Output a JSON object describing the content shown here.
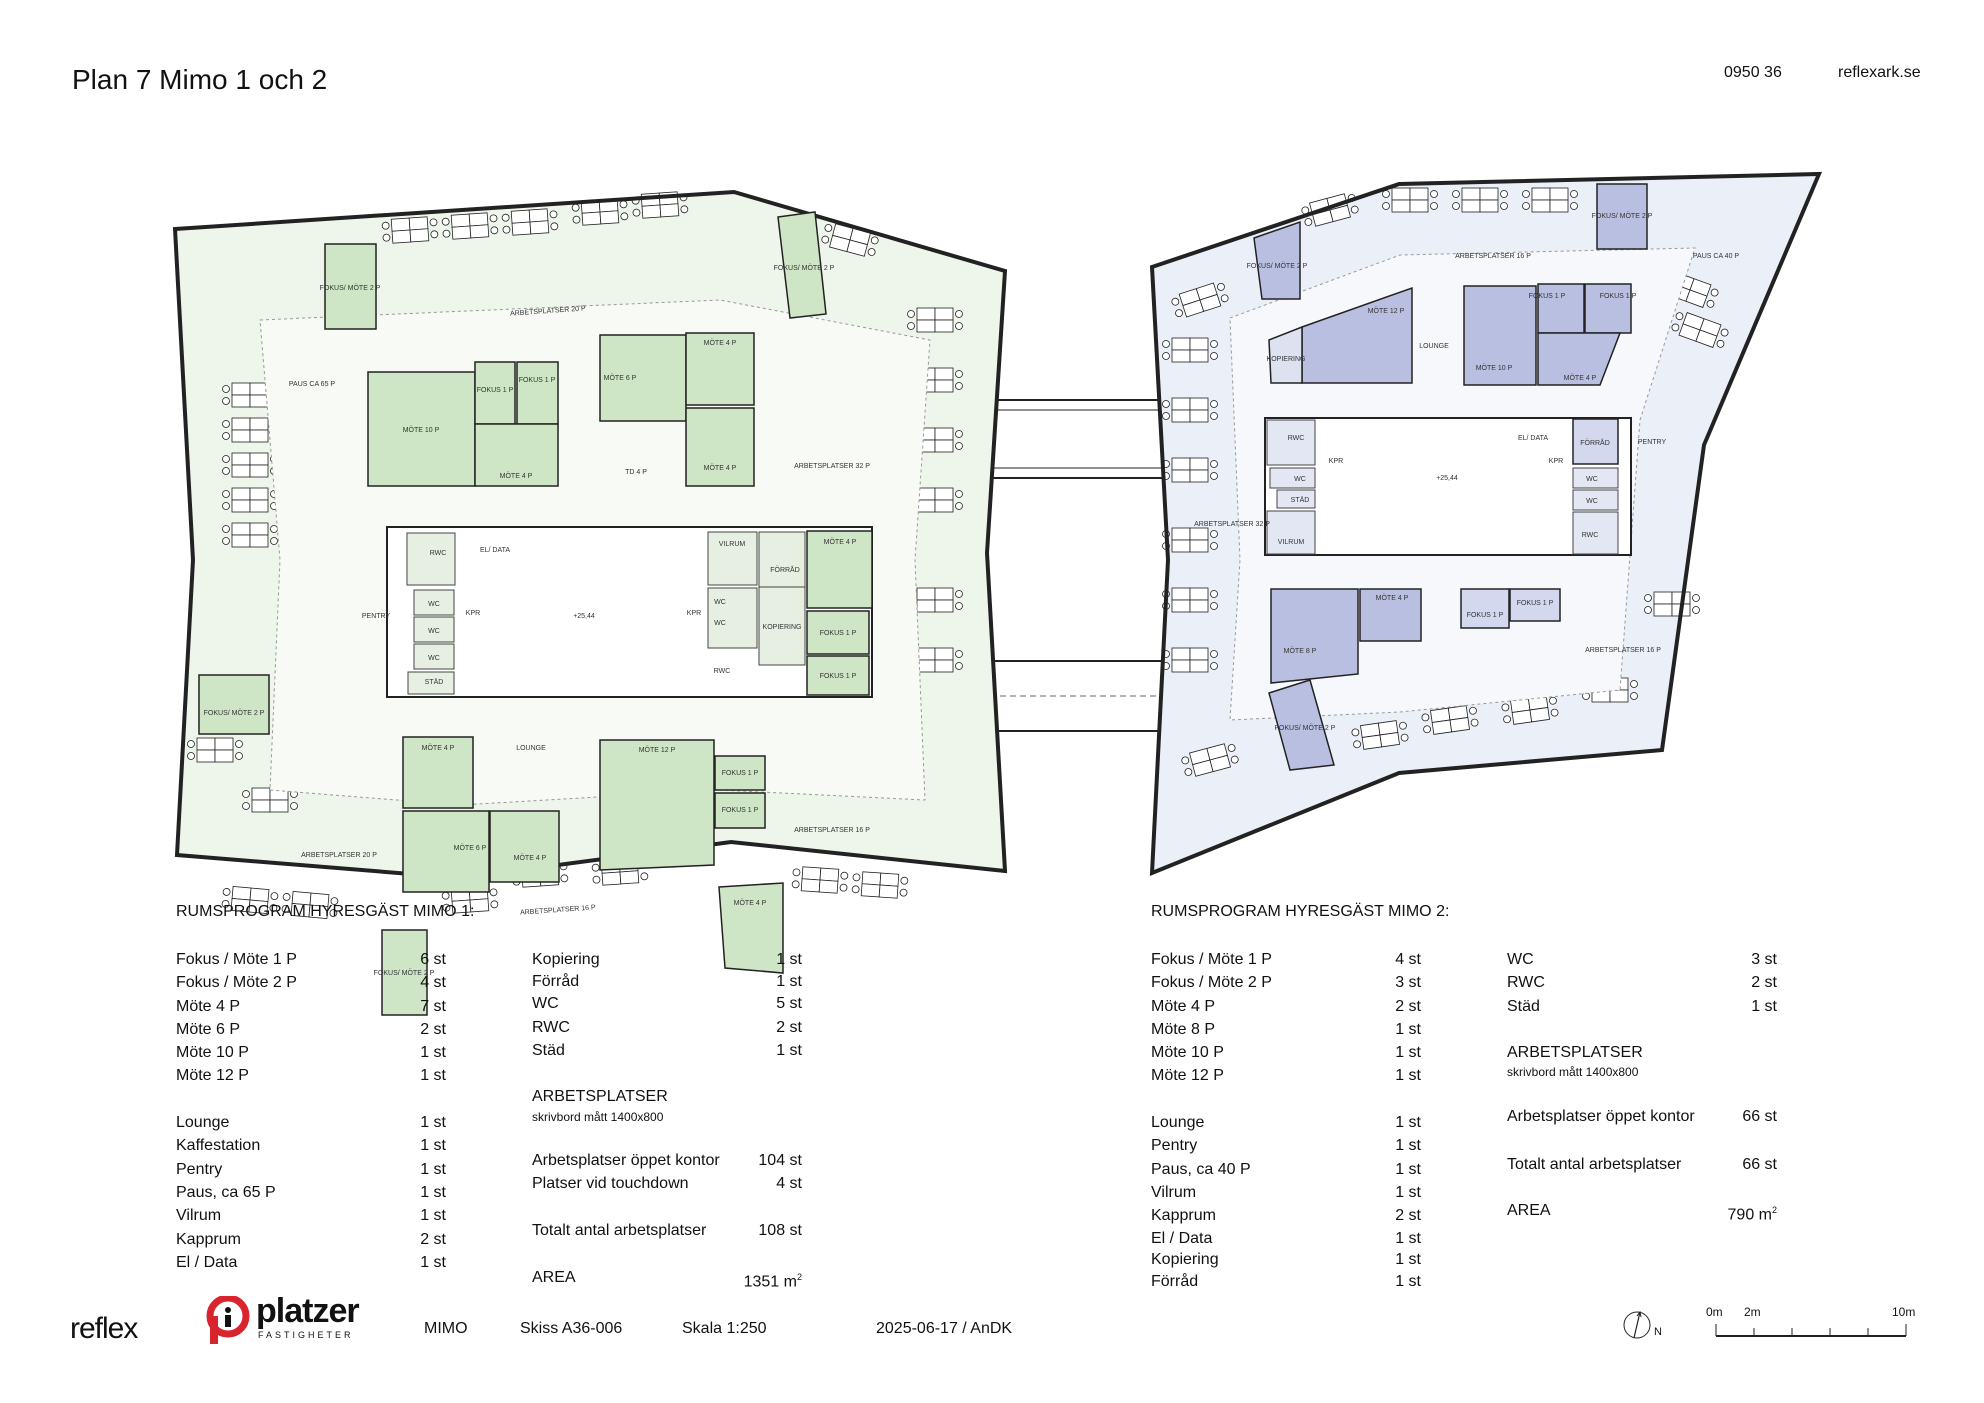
{
  "header": {
    "title": "Plan 7 Mimo 1 och 2",
    "project_no": "0950 36",
    "website": "reflexark.se"
  },
  "plan": {
    "mimo1": {
      "rooms": [
        "MÖTE 10 P",
        "FOKUS 1 P",
        "FOKUS 1 P",
        "MÖTE 4 P",
        "MÖTE 6 P",
        "MÖTE 4 P",
        "MÖTE 4 P",
        "MÖTE 4 P",
        "FOKUS 1 P",
        "FOKUS 1 P",
        "MÖTE 4 P",
        "MÖTE 6 P",
        "MÖTE 4 P",
        "MÖTE 12 P",
        "FOKUS 1 P",
        "FOKUS 1 P",
        "FOKUS/ MÖTE 2 P",
        "FOKUS/ MÖTE 2 P",
        "FOKUS/ MÖTE 2 P",
        "FOKUS/ MÖTE 2 P",
        "MÖTE 4 P"
      ],
      "labels": [
        "PAUS CA 65 P",
        "TD 4 P",
        "ARBETSPLATSER 32 P",
        "PENTRY",
        "LOUNGE",
        "ARBETSPLATSER 20 P",
        "ARBETSPLATSER 16 P",
        "ARBETSPLATSER 20 P",
        "ARBETSPLATSER 16 P",
        "VILRUM",
        "FÖRRÅD",
        "KOPIERING",
        "RWC",
        "WC",
        "WC",
        "WC",
        "STÄD",
        "EL/ DATA",
        "KPR",
        "KPR",
        "+25,44",
        "WC",
        "WC",
        "RWC"
      ]
    },
    "mimo2": {
      "rooms": [
        "MÖTE 12 P",
        "KOPIERING",
        "MÖTE 10 P",
        "FOKUS 1 P",
        "FOKUS 1 P",
        "MÖTE 4 P",
        "FÖRRÅD",
        "MÖTE 8 P",
        "MÖTE 4 P",
        "FOKUS 1 P",
        "FOKUS 1 P",
        "FOKUS/ MÖTE 2 P",
        "FOKUS/ MÖTE 2 P",
        "FOKUS/ MÖTE 2 P"
      ],
      "labels": [
        "LOUNGE",
        "PENTRY",
        "ARBETSPLATSER 16 P",
        "PAUS CA 40 P",
        "ARBETSPLATSER 32 P",
        "ARBETSPLATSER 16 P",
        "RWC",
        "WC",
        "STÄD",
        "VILRUM",
        "KPR",
        "KPR",
        "EL/ DATA",
        "+25,44",
        "WC",
        "WC",
        "RWC"
      ]
    }
  },
  "mimo1_program": {
    "heading": "RUMSPROGRAM HYRESGÄST MIMO 1:",
    "rooms_a": [
      {
        "label": "Fokus / Möte 1 P",
        "value": "6 st"
      },
      {
        "label": "Fokus / Möte 2 P",
        "value": "4 st"
      },
      {
        "label": "Möte 4 P",
        "value": "7 st"
      },
      {
        "label": "Möte 6 P",
        "value": "2 st"
      },
      {
        "label": "Möte 10 P",
        "value": "1 st"
      },
      {
        "label": "Möte 12 P",
        "value": "1 st"
      }
    ],
    "rooms_b": [
      {
        "label": "Lounge",
        "value": "1 st"
      },
      {
        "label": "Kaffestation",
        "value": "1 st"
      },
      {
        "label": "Pentry",
        "value": "1 st"
      },
      {
        "label": "Paus, ca 65 P",
        "value": "1 st"
      },
      {
        "label": "Vilrum",
        "value": "1 st"
      },
      {
        "label": "Kapprum",
        "value": "2 st"
      },
      {
        "label": "El / Data",
        "value": "1 st"
      }
    ],
    "rooms_c": [
      {
        "label": "Kopiering",
        "value": "1 st"
      },
      {
        "label": "Förråd",
        "value": "1 st"
      },
      {
        "label": "WC",
        "value": "5 st"
      },
      {
        "label": "RWC",
        "value": "2 st"
      },
      {
        "label": "Städ",
        "value": "1 st"
      }
    ],
    "workplaces_heading": "ARBETSPLATSER",
    "workplaces_note": "skrivbord mått 1400x800",
    "open_office": {
      "label": "Arbetsplatser öppet kontor",
      "value": "104 st"
    },
    "touchdown": {
      "label": "Platser vid touchdown",
      "value": "4 st"
    },
    "total": {
      "label": "Totalt antal arbetsplatser",
      "value": "108 st"
    },
    "area": {
      "label": "AREA",
      "value": "1351 m",
      "unit_sup": "2"
    }
  },
  "mimo2_program": {
    "heading": "RUMSPROGRAM HYRESGÄST MIMO 2:",
    "rooms_a": [
      {
        "label": "Fokus / Möte 1 P",
        "value": "4 st"
      },
      {
        "label": "Fokus / Möte 2 P",
        "value": "3 st"
      },
      {
        "label": "Möte 4 P",
        "value": "2 st"
      },
      {
        "label": "Möte 8 P",
        "value": "1 st"
      },
      {
        "label": "Möte 10 P",
        "value": "1 st"
      },
      {
        "label": "Möte 12 P",
        "value": "1 st"
      }
    ],
    "rooms_b": [
      {
        "label": "Lounge",
        "value": "1 st"
      },
      {
        "label": "Pentry",
        "value": "1 st"
      },
      {
        "label": "Paus, ca 40 P",
        "value": "1 st"
      },
      {
        "label": "Vilrum",
        "value": "1 st"
      },
      {
        "label": "Kapprum",
        "value": "2 st"
      },
      {
        "label": "El / Data",
        "value": "1 st"
      },
      {
        "label": "Kopiering",
        "value": "1 st"
      },
      {
        "label": "Förråd",
        "value": "1 st"
      }
    ],
    "rooms_c": [
      {
        "label": "WC",
        "value": "3 st"
      },
      {
        "label": "RWC",
        "value": "2 st"
      },
      {
        "label": "Städ",
        "value": "1 st"
      }
    ],
    "workplaces_heading": "ARBETSPLATSER",
    "workplaces_note": "skrivbord mått 1400x800",
    "open_office": {
      "label": "Arbetsplatser öppet kontor",
      "value": "66 st"
    },
    "total": {
      "label": "Totalt antal arbetsplatser",
      "value": "66 st"
    },
    "area": {
      "label": "AREA",
      "value": "790 m",
      "unit_sup": "2"
    }
  },
  "footer": {
    "reflex_logo": "reflex",
    "platzer_logo": "platzer",
    "platzer_sub": "FASTIGHETER",
    "project": "MIMO",
    "sketch": "Skiss A36-006",
    "scale": "Skala 1:250",
    "date_author": "2025-06-17 / AnDK",
    "north": "N",
    "scalebar": [
      "0m",
      "2m",
      "10m"
    ]
  },
  "colors": {
    "mimo1_room": "#cfe6c6",
    "mimo1_floor": "#eef5ea",
    "mimo2_room": "#b9bfe0",
    "mimo2_floor": "#ebeff8",
    "platzer_red": "#d9232d"
  }
}
